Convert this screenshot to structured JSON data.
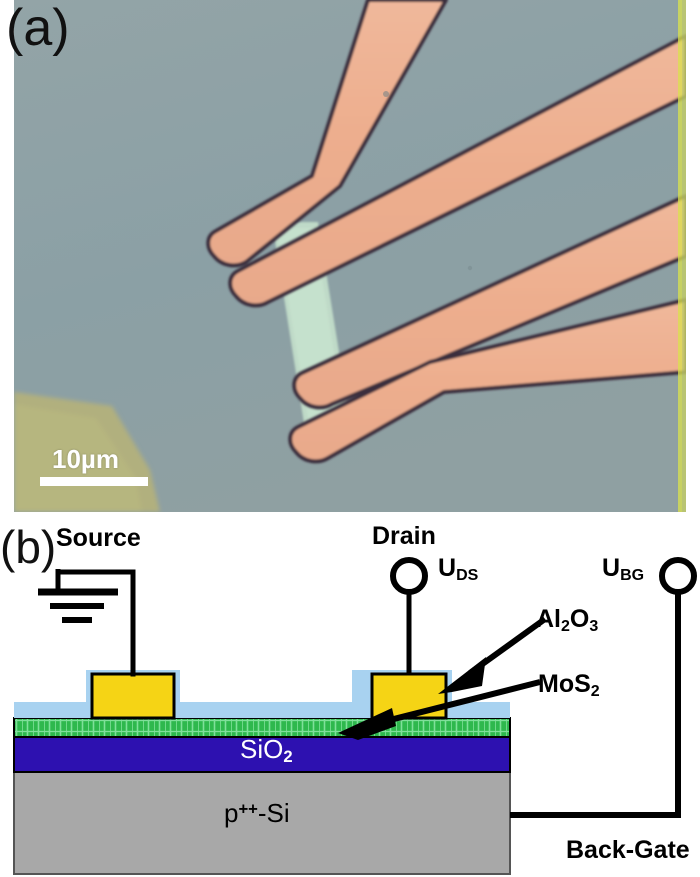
{
  "figure": {
    "panels": [
      {
        "id": "a",
        "label": "(a)",
        "type": "optical-micrograph"
      },
      {
        "id": "b",
        "label": "(b)",
        "type": "device-cross-section-schematic"
      }
    ]
  },
  "micrograph": {
    "label": "(a)",
    "scalebar": {
      "text": "10µm",
      "length_um": 10
    },
    "colors": {
      "background": "#8c9ea3",
      "electrode": "#edb192",
      "electrode_edge": "#3d3040",
      "flake": "#bedcc8",
      "corner_patch": "#b2b07a",
      "edge_stripe": "#d8e04a"
    },
    "description": "Optical micrograph of metal contact electrodes on a thin MoS2 flake"
  },
  "schematic": {
    "label": "(b)",
    "terminals": [
      {
        "name": "source",
        "label": "Source",
        "symbol": "ground"
      },
      {
        "name": "drain",
        "label": "Drain",
        "symbol": "circle-terminal",
        "voltage_label": "U",
        "voltage_sub": "DS"
      },
      {
        "name": "back-gate",
        "label": "Back-Gate",
        "symbol": "circle-terminal",
        "voltage_label": "U",
        "voltage_sub": "BG"
      }
    ],
    "voltages": [
      {
        "name": "u-ds",
        "base": "U",
        "sub": "DS"
      },
      {
        "name": "u-bg",
        "base": "U",
        "sub": "BG"
      }
    ],
    "layers": [
      {
        "name": "al2o3",
        "base": "Al",
        "sub1": "2",
        "mid": "O",
        "sub2": "3",
        "color": "#a8d2f0",
        "callout": true
      },
      {
        "name": "mos2",
        "base": "MoS",
        "sub1": "2",
        "color": "#2eb84d",
        "callout": true
      },
      {
        "name": "sio2",
        "base": "SiO",
        "sub1": "2",
        "color": "#2d11b0",
        "inline_label": true
      },
      {
        "name": "p-si",
        "base": "p",
        "sup": "++",
        "tail": "-Si",
        "color": "#a8a8a8",
        "inline_label": true
      },
      {
        "name": "contact",
        "display": "gold contact",
        "color": "#f5d415"
      }
    ],
    "text": {
      "source": "Source",
      "drain": "Drain",
      "back_gate": "Back-Gate",
      "al2o3_base": "Al",
      "al2o3_sub1": "2",
      "al2o3_mid": "O",
      "al2o3_sub2": "3",
      "mos2_base": "MoS",
      "mos2_sub": "2",
      "sio2_base": "SiO",
      "sio2_sub": "2",
      "psi_base": "p",
      "psi_sup": "++",
      "psi_tail": "-Si",
      "u_base": "U",
      "uds_sub": "DS",
      "ubg_sub": "BG"
    }
  }
}
